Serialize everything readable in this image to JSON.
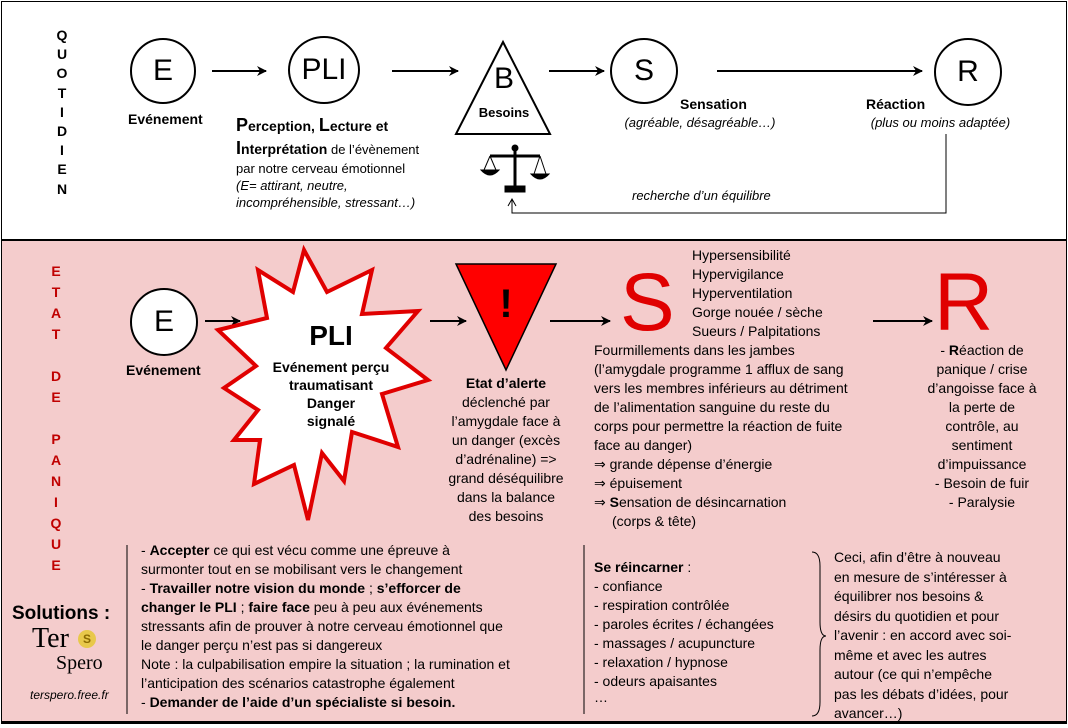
{
  "quotidien": {
    "side_label": [
      "Q",
      "U",
      "O",
      "T",
      "I",
      "D",
      "I",
      "E",
      "N"
    ],
    "circle_e": "E",
    "circle_pli": "PLI",
    "triangle_b": "B",
    "besoins": "Besoins",
    "circle_s": "S",
    "circle_r": "R",
    "evenement": "Evénement",
    "perception_lines": [
      {
        "cap": "P",
        "rest": "erception, ",
        "cap2": "L",
        "rest2": "ecture et"
      },
      {
        "cap": "I",
        "rest": "nterprétation",
        "plain": " de l’évènement"
      }
    ],
    "perception_line3": "par notre cerveau émotionnel",
    "perception_line4": "(E= attirant, neutre,",
    "perception_line5": "incompréhensible, stressant…)",
    "sensation": "Sensation",
    "sensation_sub": "(agréable, désagréable…)",
    "reaction": "Réaction",
    "reaction_sub": "(plus ou moins adaptée)",
    "equilibre": "recherche d’un équilibre"
  },
  "panique": {
    "side_label": [
      "E",
      "T",
      "A",
      "T",
      "",
      "D",
      "E",
      "",
      "P",
      "A",
      "N",
      "I",
      "Q",
      "U",
      "E"
    ],
    "circle_e": "E",
    "evenement": "Evénement",
    "pli_title": "PLI",
    "pli_lines": [
      "Evénement perçu",
      "traumatisant",
      "Danger",
      "signalé"
    ],
    "alert_mark": "!",
    "alert_title": "Etat d’alerte",
    "alert_lines": [
      "déclenché par",
      "l’amygdale face à",
      "un danger (excès",
      "d’adrénaline) =>",
      "grand déséquilibre",
      "dans la balance",
      "des besoins"
    ],
    "big_s": "S",
    "big_r": "R",
    "symptoms": [
      "Hypersensibilité",
      "Hypervigilance",
      "Hyperventilation",
      "Gorge nouée / sèche",
      "Sueurs / Palpitations"
    ],
    "s_lines": [
      "Fourmillements dans les jambes",
      "(l’amygdale programme 1 afflux de sang",
      "vers les membres inférieurs au détriment",
      "de l’alimentation sanguine du reste du",
      "corps pour permettre la réaction de fuite",
      "face au danger)",
      "⇒ grande dépense d’énergie",
      "⇒ épuisement"
    ],
    "s_line_desinc_pre": "⇒ ",
    "s_line_desinc_cap": "S",
    "s_line_desinc_rest": "ensation de désincarnation",
    "s_line_last": "(corps & tête)",
    "r_line1_pre": "- ",
    "r_line1_cap": "R",
    "r_line1_rest": "éaction  de",
    "r_lines": [
      "panique / crise",
      "d’angoisse face à",
      "la perte de",
      "contrôle, au",
      "sentiment",
      "d’impuissance",
      "- Besoin de fuir",
      "- Paralysie"
    ]
  },
  "solutions": {
    "label": "Solutions",
    "colon": " :",
    "logo_ter": "Ter",
    "logo_spero": "Spero",
    "logo_mark": "S",
    "site": "terspero.free.fr",
    "col1": [
      {
        "parts": [
          {
            "t": "- ",
            "b": false
          },
          {
            "t": "Accepter",
            "b": true
          },
          {
            "t": " ce qui est vécu comme une épreuve à",
            "b": false
          }
        ]
      },
      {
        "parts": [
          {
            "t": "surmonter tout en se mobilisant vers le changement",
            "b": false
          }
        ]
      },
      {
        "parts": [
          {
            "t": "- ",
            "b": false
          },
          {
            "t": "Travailler notre vision du monde",
            "b": true
          },
          {
            "t": " ; ",
            "b": false
          },
          {
            "t": "s’efforcer de",
            "b": true
          }
        ]
      },
      {
        "parts": [
          {
            "t": "changer le PLI",
            "b": true
          },
          {
            "t": "  ; ",
            "b": false
          },
          {
            "t": "faire face",
            "b": true
          },
          {
            "t": " peu à peu aux événements",
            "b": false
          }
        ]
      },
      {
        "parts": [
          {
            "t": "stressants afin de prouver à notre cerveau émotionnel que",
            "b": false
          }
        ]
      },
      {
        "parts": [
          {
            "t": "le danger perçu n’est pas si dangereux",
            "b": false
          }
        ]
      },
      {
        "parts": [
          {
            "t": "Note : la culpabilisation empire la situation ; la rumination et",
            "b": false
          }
        ]
      },
      {
        "parts": [
          {
            "t": "l’anticipation des scénarios catastrophe également",
            "b": false
          }
        ]
      },
      {
        "parts": [
          {
            "t": "- ",
            "b": false
          },
          {
            "t": "Demander de l’aide d’un spécialiste si besoin.",
            "b": true
          }
        ]
      }
    ],
    "col2_title": "Se réincarner",
    "col2_title_colon": " :",
    "col2_items": [
      "- confiance",
      "- respiration contrôlée",
      "- paroles écrites / échangées",
      "- massages / acupuncture",
      "- relaxation / hypnose",
      "- odeurs apaisantes",
      "…"
    ],
    "col3": [
      "Ceci, afin d’être à nouveau",
      "en mesure de s’intéresser à",
      "équilibrer nos besoins  &",
      "désirs du quotidien et pour",
      "l’avenir : en accord avec soi-",
      "même et  avec les autres",
      "autour (ce qui n’empêche",
      "pas les débats d’idées, pour",
      "avancer…)"
    ]
  }
}
